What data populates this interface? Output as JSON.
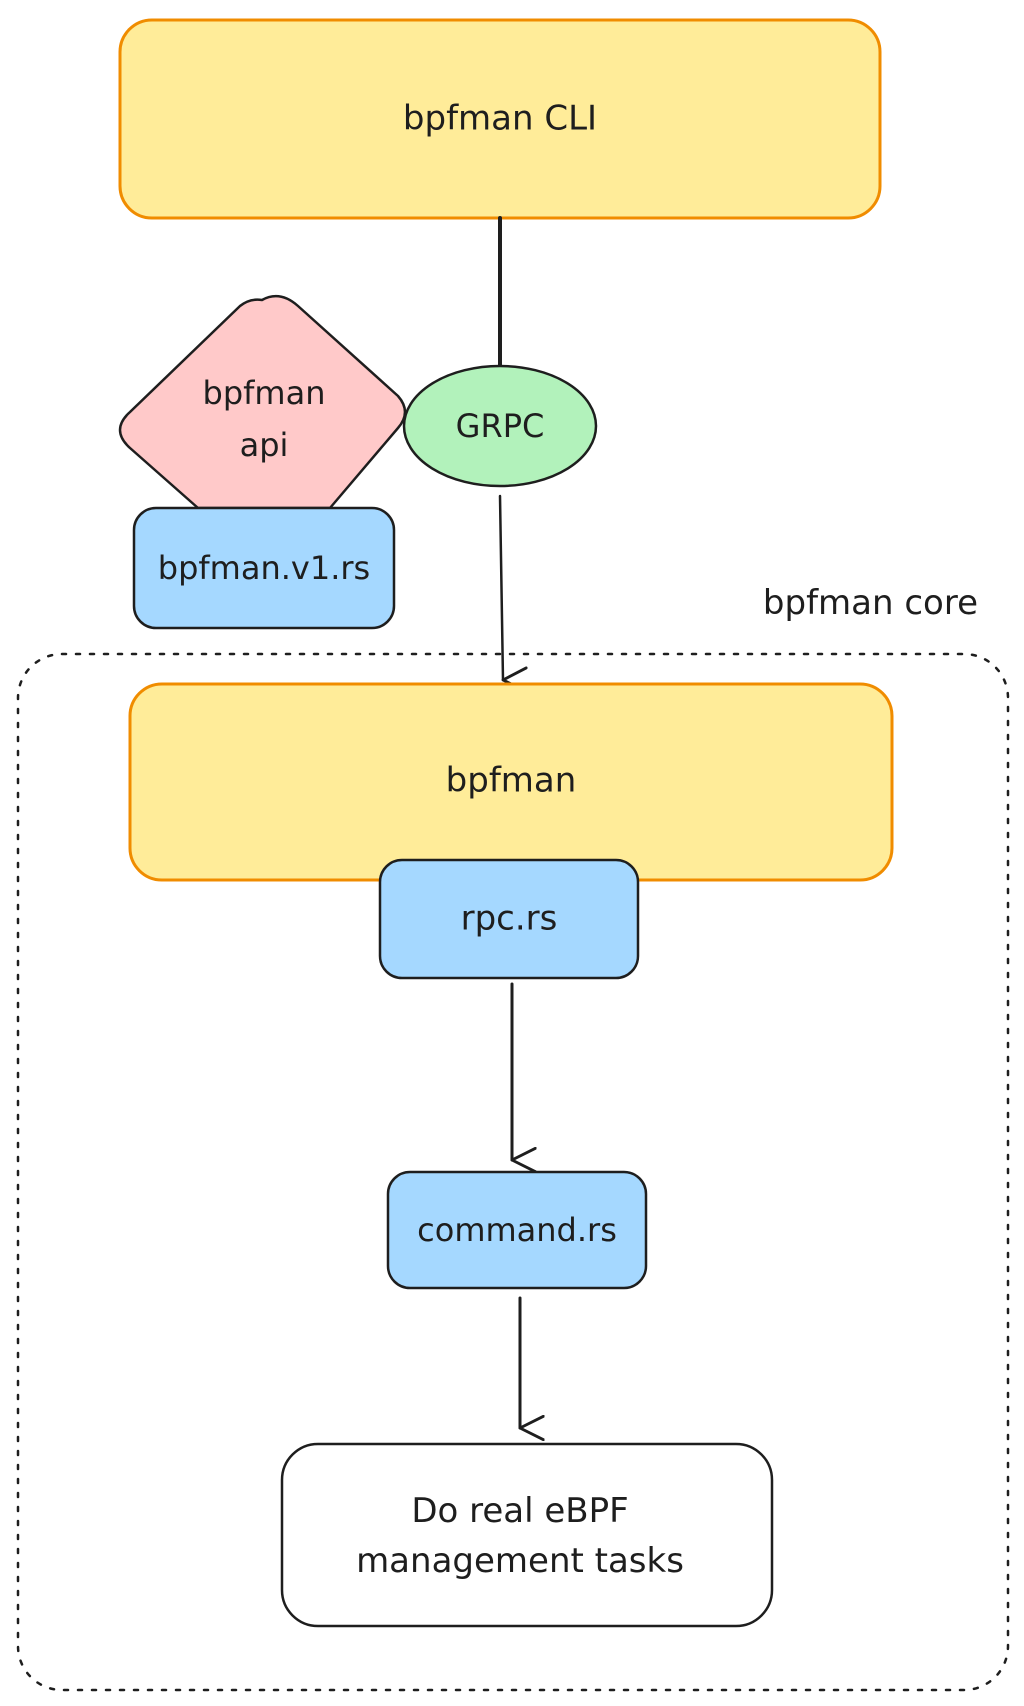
{
  "diagram": {
    "nodes": {
      "cli": {
        "label": "bpfman CLI",
        "fill": "#ffec99",
        "stroke": "#f08c00"
      },
      "api": {
        "label_line1": "bpfman",
        "label_line2": "api",
        "fill": "#ffc9c9",
        "stroke": "#1e1e1e"
      },
      "grpc": {
        "label": "GRPC",
        "fill": "#b2f2bb",
        "stroke": "#1e1e1e"
      },
      "bpfman_v1": {
        "label": "bpfman.v1.rs",
        "fill": "#a5d8ff",
        "stroke": "#1e1e1e"
      },
      "bpfman": {
        "label": "bpfman",
        "fill": "#ffec99",
        "stroke": "#f08c00"
      },
      "rpc": {
        "label": "rpc.rs",
        "fill": "#a5d8ff",
        "stroke": "#1e1e1e"
      },
      "command": {
        "label": "command.rs",
        "fill": "#a5d8ff",
        "stroke": "#1e1e1e"
      },
      "tasks": {
        "label_line1": "Do real eBPF",
        "label_line2": "management tasks",
        "fill": "#ffffff",
        "stroke": "#1e1e1e"
      }
    },
    "groups": {
      "core": {
        "label": "bpfman core"
      }
    },
    "edges": [
      {
        "from": "bpfman CLI",
        "to": "GRPC"
      },
      {
        "from": "GRPC",
        "to": "bpfman"
      },
      {
        "from": "rpc.rs",
        "to": "command.rs"
      },
      {
        "from": "command.rs",
        "to": "Do real eBPF management tasks"
      }
    ]
  }
}
